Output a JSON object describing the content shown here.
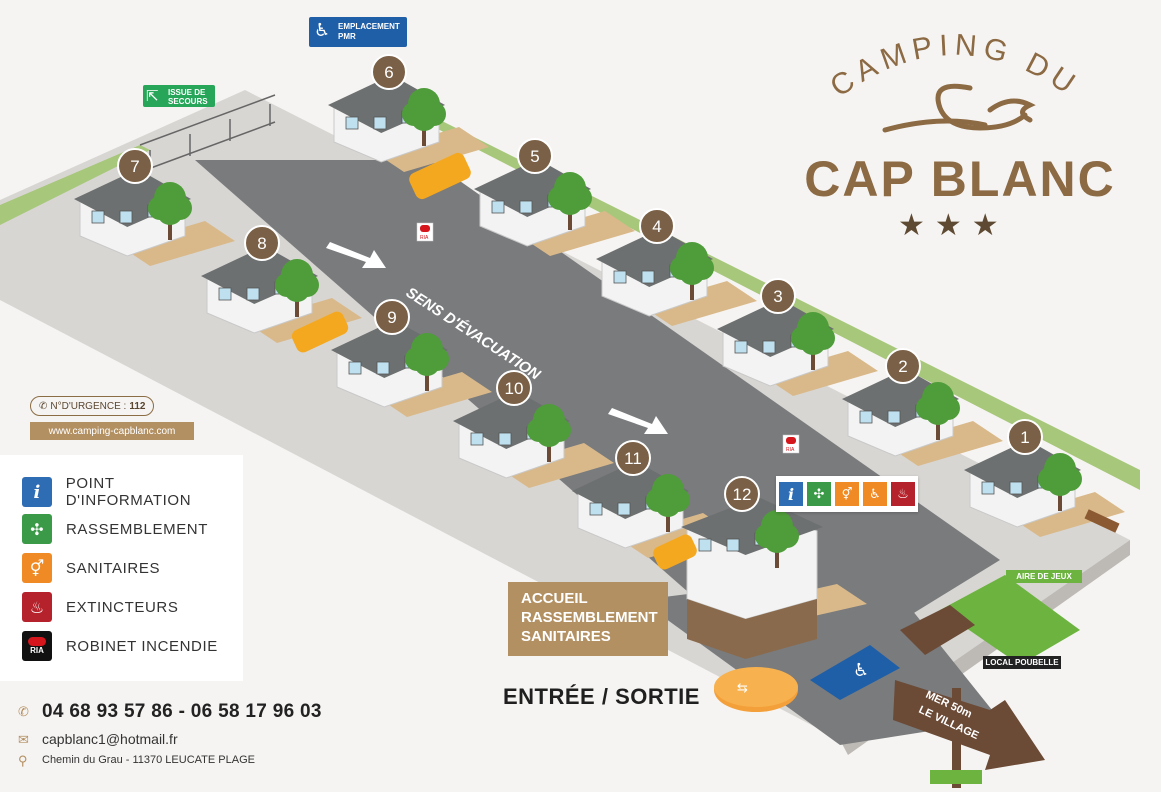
{
  "brand": {
    "line1": "CAMPING DU",
    "line2": "CAP BLANC",
    "stars": "★★★"
  },
  "signs": {
    "pmr": "EMPLACEMENT PMR",
    "pmr_l1": "EMPLACEMENT",
    "pmr_l2": "PMR",
    "issue_l1": "ISSUE DE",
    "issue_l2": "SECOURS",
    "evacuation": "SENS D'ÉVACUATION",
    "ria": "RIA",
    "aire_de_jeux": "AIRE DE JEUX",
    "local_poubelle": "LOCAL POUBELLE",
    "mer_l1": "MER 50m",
    "mer_l2": "LE VILLAGE",
    "entree": "ENTRÉE / SORTIE",
    "accueil_l1": "ACCUEIL",
    "accueil_l2": "RASSEMBLEMENT",
    "accueil_l3": "SANITAIRES"
  },
  "urgence": {
    "label": "N°D'URGENCE :",
    "number": "112"
  },
  "website": "www.camping-capblanc.com",
  "legend": [
    {
      "label": "POINT D'INFORMATION",
      "icon": "info-icon",
      "color": "#2e6db4"
    },
    {
      "label": "RASSEMBLEMENT",
      "icon": "assembly-icon",
      "color": "#3a9a47"
    },
    {
      "label": "SANITAIRES",
      "icon": "toilets-icon",
      "color": "#f08a24"
    },
    {
      "label": "EXTINCTEURS",
      "icon": "extinguisher-icon",
      "color": "#b5222b"
    },
    {
      "label": "ROBINET INCENDIE",
      "icon": "fire-hose-icon",
      "color": "#111111"
    }
  ],
  "contact": {
    "phone": "04 68 93 57 86 - 06 58 17 96 03",
    "email": "capblanc1@hotmail.fr",
    "address": "Chemin du Grau - 11370 LEUCATE PLAGE"
  },
  "units": [
    "1",
    "2",
    "3",
    "4",
    "5",
    "6",
    "7",
    "8",
    "9",
    "10",
    "11",
    "12"
  ],
  "colors": {
    "gold": "#b39062",
    "brown": "#8b6a44",
    "asphalt": "#7a7b7d",
    "lawn": "#6cb33f",
    "pmr_blue": "#1f5fa8"
  }
}
